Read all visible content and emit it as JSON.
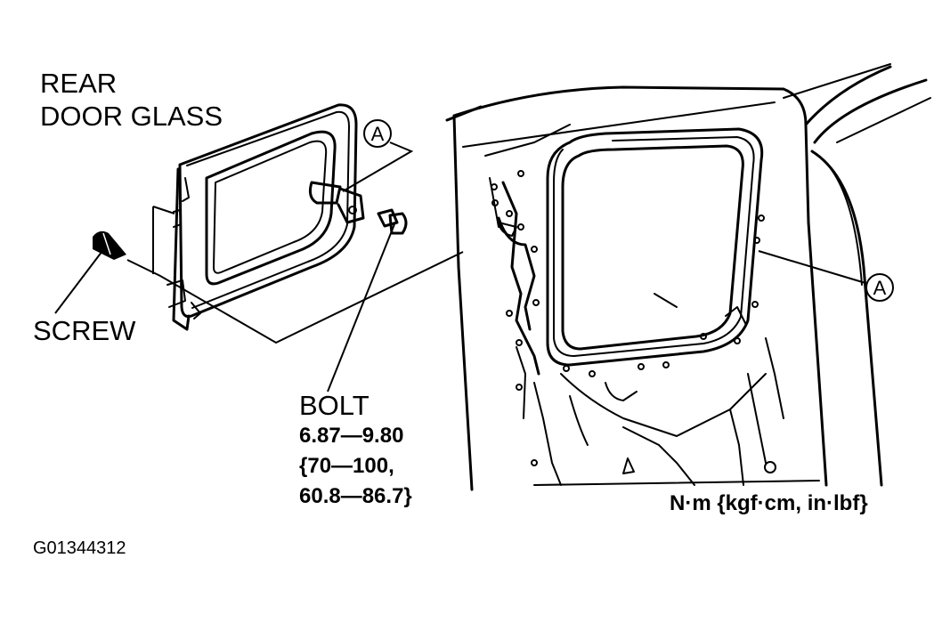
{
  "labels": {
    "glass_line1": "REAR",
    "glass_line2": "DOOR GLASS",
    "screw": "SCREW",
    "bolt": "BOLT",
    "torque_line1": "6.87—9.80",
    "torque_line2": "{70—100,",
    "torque_line3": "60.8—86.7}",
    "units": "N·m {kgf·cm, in·lbf}",
    "figure_id": "G01344312",
    "callout_a": "A"
  }
}
